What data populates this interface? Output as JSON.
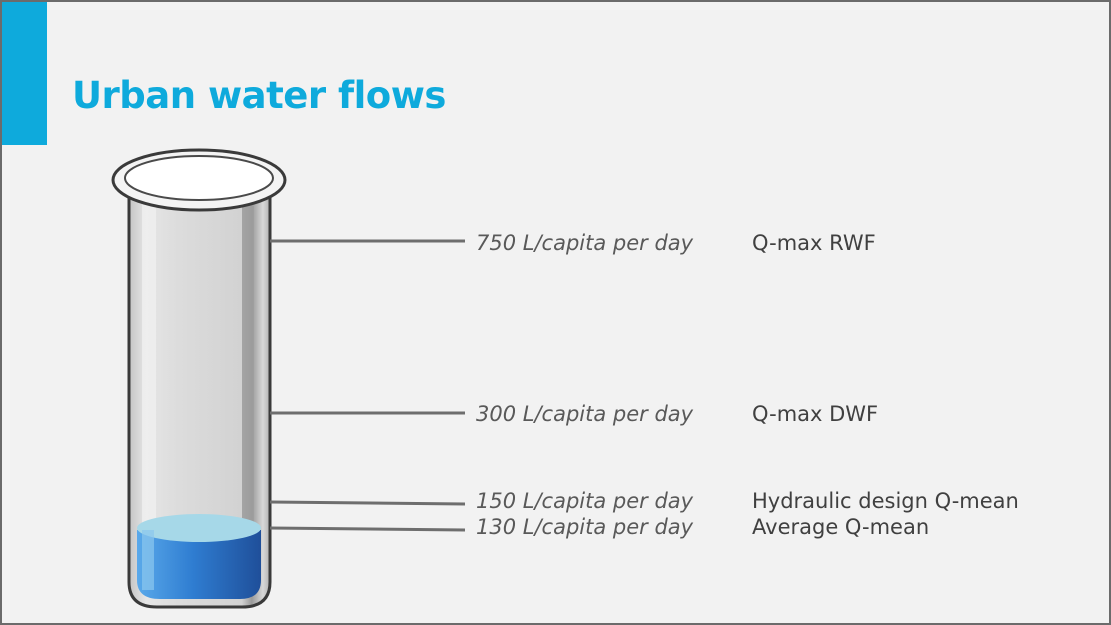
{
  "slide": {
    "title": "Urban water flows",
    "accent_color": "#0eaadc",
    "water_color": "#2f7dd1"
  },
  "flows": [
    {
      "value": "750 L/capita per day",
      "label": "Q-max RWF"
    },
    {
      "value": "300 L/capita per day",
      "label": "Q-max DWF"
    },
    {
      "value": "150 L/capita per day",
      "label": "Hydraulic design Q-mean"
    },
    {
      "value": "130 L/capita per day",
      "label": "Average Q-mean"
    }
  ]
}
